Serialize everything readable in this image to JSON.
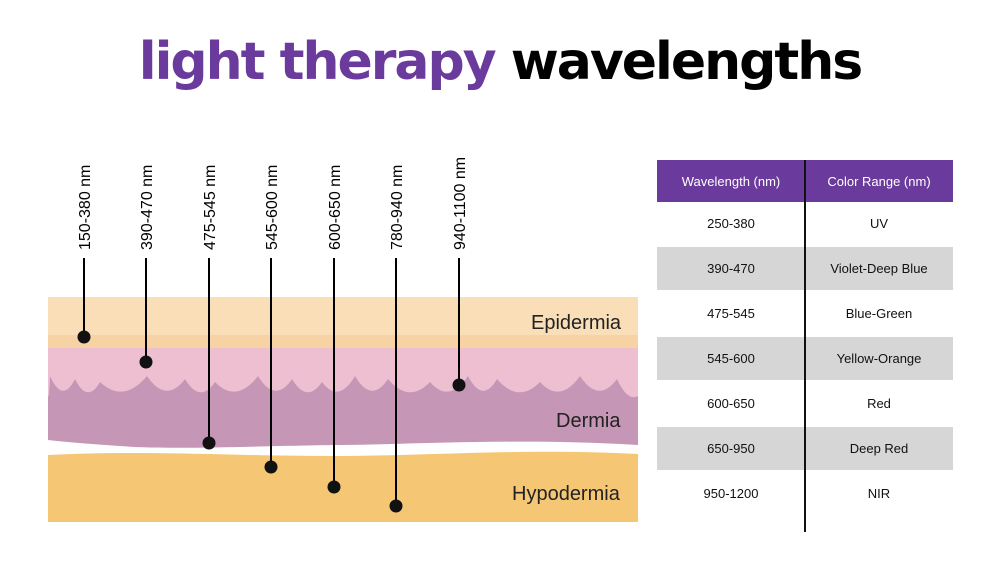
{
  "title": {
    "part1": "light therapy",
    "part2": "wavelengths",
    "color_part1": "#6a3a9c",
    "color_part2": "#000000"
  },
  "diagram": {
    "layers": [
      {
        "name": "Epidermia",
        "color": "#f9deb8"
      },
      {
        "name": "Dermia",
        "color": "#c596b6"
      },
      {
        "name": "Hypodermia",
        "color": "#f5c774"
      }
    ],
    "markers": [
      {
        "label": "150-380 nm",
        "layer": "Epidermia"
      },
      {
        "label": "390-470 nm",
        "layer": "Dermia"
      },
      {
        "label": "475-545 nm",
        "layer": "Dermia"
      },
      {
        "label": "545-600 nm",
        "layer": "Hypodermia"
      },
      {
        "label": "600-650 nm",
        "layer": "Hypodermia"
      },
      {
        "label": "780-940 nm",
        "layer": "Hypodermia"
      },
      {
        "label": "940-1100 nm",
        "layer": "Dermia"
      }
    ]
  },
  "table": {
    "headers": [
      "Wavelength (nm)",
      "Color Range (nm)"
    ],
    "header_color": "#6a3a9c",
    "rows": [
      [
        "250-380",
        "UV"
      ],
      [
        "390-470",
        "Violet-Deep Blue"
      ],
      [
        "475-545",
        "Blue-Green"
      ],
      [
        "545-600",
        "Yellow-Orange"
      ],
      [
        "600-650",
        "Red"
      ],
      [
        "650-950",
        "Deep Red"
      ],
      [
        "950-1200",
        "NIR"
      ]
    ]
  }
}
